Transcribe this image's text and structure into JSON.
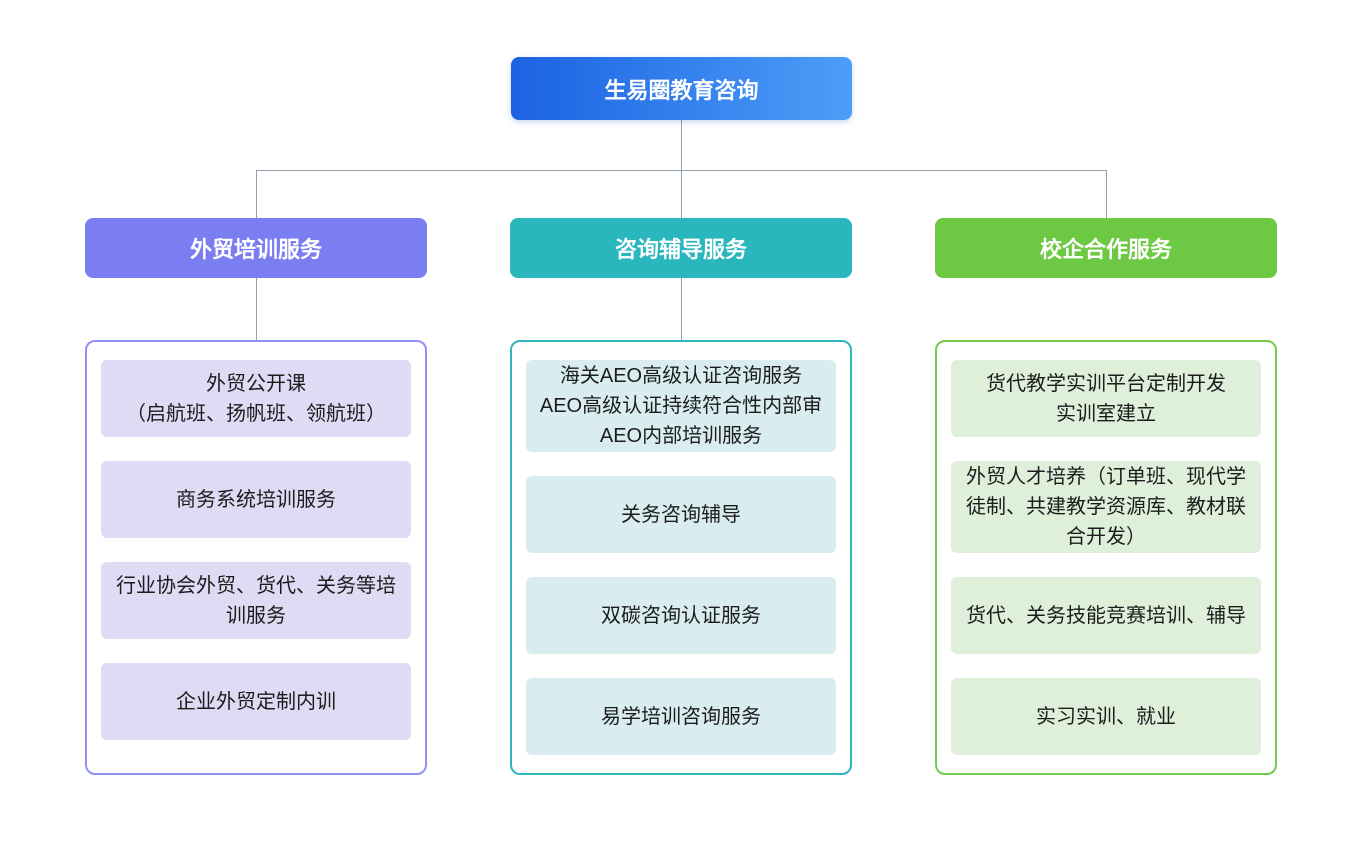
{
  "page": {
    "background": "#ffffff",
    "connector_color": "#94a0ab"
  },
  "root": {
    "label": "生易圈教育咨询",
    "colors": {
      "bg_from": "#1c62e2",
      "bg_to": "#4c9ef8",
      "text": "#ffffff"
    }
  },
  "branches": [
    {
      "label": "外贸培训服务",
      "colors": {
        "header_bg": "#7b7ef0",
        "border": "#8f92f3",
        "item_bg": "#dfdbf4",
        "header_text": "#ffffff"
      },
      "items": [
        "外贸公开课\n（启航班、扬帆班、领航班）",
        "商务系统培训服务",
        "行业协会外贸、货代、关务等培训服务",
        "企业外贸定制内训"
      ]
    },
    {
      "label": "咨询辅导服务",
      "colors": {
        "header_bg": "#29b7bd",
        "border": "#2cb6bc",
        "item_bg": "#d9edf0",
        "header_text": "#ffffff"
      },
      "items": [
        "海关AEO高级认证咨询服务\nAEO高级认证持续符合性内部审\nAEO内部培训服务",
        "关务咨询辅导",
        "双碳咨询认证服务",
        "易学培训咨询服务"
      ]
    },
    {
      "label": "校企合作服务",
      "colors": {
        "header_bg": "#6dc943",
        "border": "#74cb4b",
        "item_bg": "#def0da",
        "header_text": "#ffffff"
      },
      "items": [
        "货代教学实训平台定制开发\n实训室建立",
        "外贸人才培养（订单班、现代学徒制、共建教学资源库、教材联合开发）",
        "货代、关务技能竞赛培训、辅导",
        "实习实训、就业"
      ]
    }
  ]
}
